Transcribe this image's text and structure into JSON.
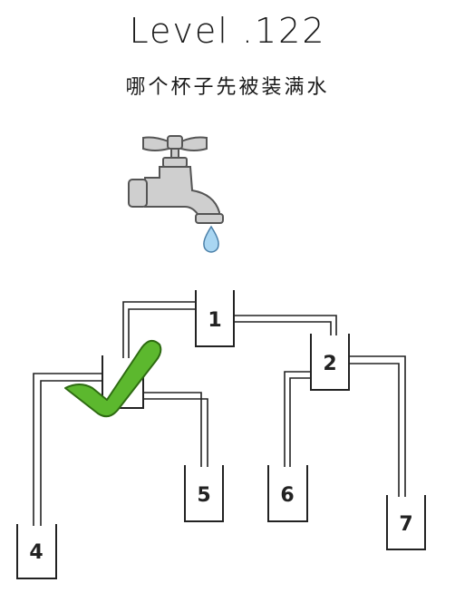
{
  "title": "Level .122",
  "question": "哪个杯子先被装满水",
  "cups": [
    {
      "id": 1,
      "label": "1"
    },
    {
      "id": 2,
      "label": "2"
    },
    {
      "id": 3,
      "label": ""
    },
    {
      "id": 4,
      "label": "4"
    },
    {
      "id": 5,
      "label": "5"
    },
    {
      "id": 6,
      "label": "6"
    },
    {
      "id": 7,
      "label": "7"
    }
  ],
  "icons": {
    "faucet": "faucet-icon",
    "drop": "water-drop-icon",
    "check": "checkmark-icon"
  },
  "colors": {
    "check": "#5cb82e",
    "check_outline": "#2e6b12",
    "water": "#a9d6f2",
    "faucet": "#c9c9c9"
  }
}
